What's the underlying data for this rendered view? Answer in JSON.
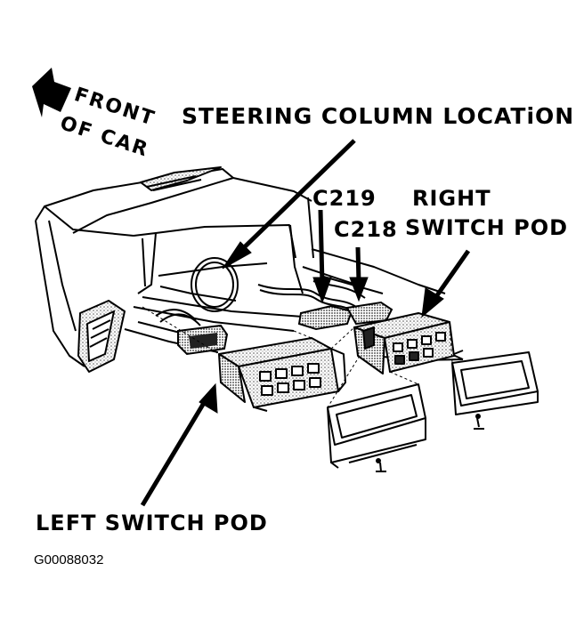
{
  "labels": {
    "front_line1": "FRONT",
    "front_line2": "OF CAR",
    "steering_column": "STEERING COLUMN LOCATiON",
    "c219": "C219",
    "c218": "C218",
    "right_pod_line1": "RIGHT",
    "right_pod_line2": "SWITCH POD",
    "left_pod": "LEFT SWITCH POD",
    "figure_id": "G00088032"
  },
  "colors": {
    "ink": "#000000",
    "paper": "#ffffff",
    "shade": "#6e6e6e"
  }
}
